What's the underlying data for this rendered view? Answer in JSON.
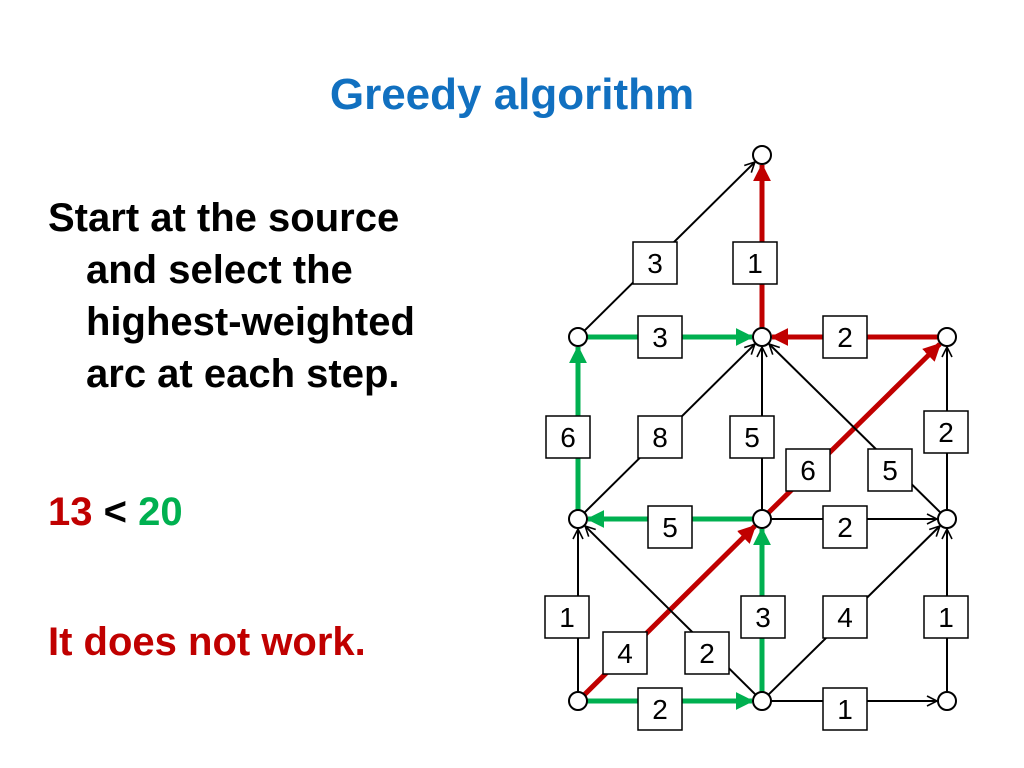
{
  "slide": {
    "title": "Greedy algorithm",
    "bullet_lines": [
      "Start at the source",
      "and select the",
      "highest-weighted",
      "arc at each step."
    ],
    "compare": {
      "left": "13",
      "op": "<",
      "right": "20"
    },
    "conclusion": "It does not work."
  },
  "colors": {
    "title": "#1170c0",
    "red": "#c00000",
    "green": "#00b050",
    "black": "#000000"
  },
  "graph": {
    "nodes": [
      "n1",
      "n2",
      "n3",
      "n4",
      "n5",
      "n6",
      "n7",
      "n8",
      "n9",
      "n10"
    ],
    "arcs": [
      {
        "from": "n2",
        "to": "n1",
        "weight": "3",
        "color": "black"
      },
      {
        "from": "n3",
        "to": "n1",
        "weight": "1",
        "color": "red"
      },
      {
        "from": "n2",
        "to": "n3",
        "weight": "3",
        "color": "green"
      },
      {
        "from": "n4",
        "to": "n3",
        "weight": "2",
        "color": "red"
      },
      {
        "from": "n5",
        "to": "n2",
        "weight": "6",
        "color": "green"
      },
      {
        "from": "n5",
        "to": "n3",
        "weight": "8",
        "color": "black"
      },
      {
        "from": "n6",
        "to": "n3",
        "weight": "5",
        "color": "black"
      },
      {
        "from": "n6",
        "to": "n4",
        "weight": "6",
        "color": "red"
      },
      {
        "from": "n7",
        "to": "n3",
        "weight": "5",
        "color": "black"
      },
      {
        "from": "n7",
        "to": "n4",
        "weight": "2",
        "color": "black"
      },
      {
        "from": "n6",
        "to": "n5",
        "weight": "5",
        "color": "green"
      },
      {
        "from": "n6",
        "to": "n7",
        "weight": "2",
        "color": "black"
      },
      {
        "from": "n8",
        "to": "n5",
        "weight": "1",
        "color": "black"
      },
      {
        "from": "n8",
        "to": "n6",
        "weight": "4",
        "color": "red"
      },
      {
        "from": "n9",
        "to": "n5",
        "weight": "2",
        "color": "black"
      },
      {
        "from": "n9",
        "to": "n6",
        "weight": "3",
        "color": "green"
      },
      {
        "from": "n9",
        "to": "n7",
        "weight": "4",
        "color": "black"
      },
      {
        "from": "n10",
        "to": "n7",
        "weight": "1",
        "color": "black"
      },
      {
        "from": "n8",
        "to": "n9",
        "weight": "2",
        "color": "green"
      },
      {
        "from": "n9",
        "to": "n10",
        "weight": "1",
        "color": "black"
      }
    ]
  }
}
